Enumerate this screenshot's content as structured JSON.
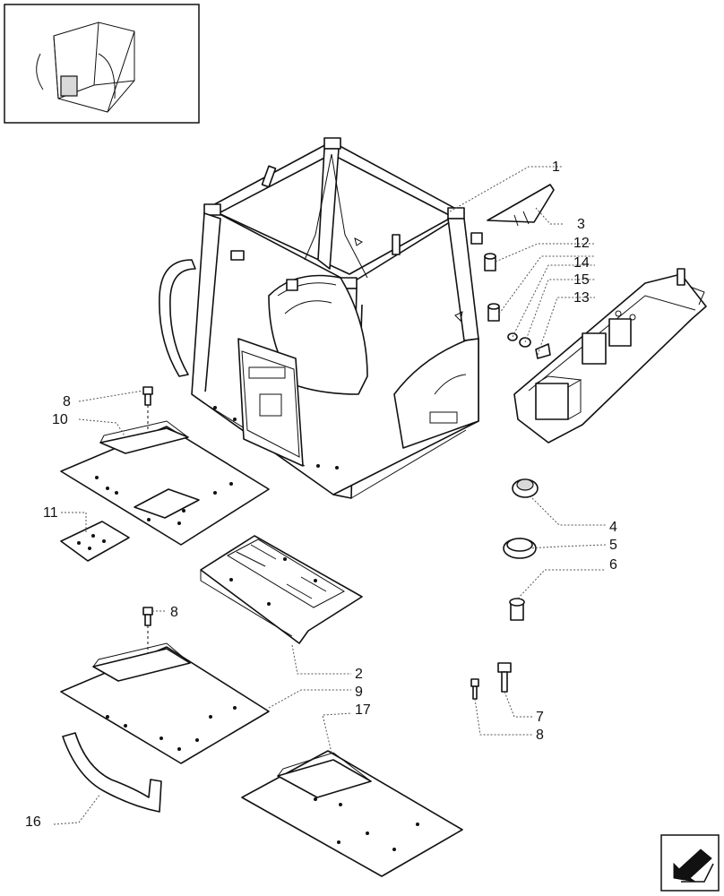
{
  "diagram": {
    "type": "exploded-parts-diagram",
    "callouts": [
      {
        "id": "c1",
        "label": "1"
      },
      {
        "id": "c3",
        "label": "3"
      },
      {
        "id": "c12",
        "label": "12"
      },
      {
        "id": "c14",
        "label": "14"
      },
      {
        "id": "c15",
        "label": "15"
      },
      {
        "id": "c13",
        "label": "13"
      },
      {
        "id": "c8a",
        "label": "8"
      },
      {
        "id": "c10",
        "label": "10"
      },
      {
        "id": "c11",
        "label": "11"
      },
      {
        "id": "c4",
        "label": "4"
      },
      {
        "id": "c5",
        "label": "5"
      },
      {
        "id": "c6",
        "label": "6"
      },
      {
        "id": "c8b",
        "label": "8"
      },
      {
        "id": "c2",
        "label": "2"
      },
      {
        "id": "c9",
        "label": "9"
      },
      {
        "id": "c17",
        "label": "17"
      },
      {
        "id": "c7",
        "label": "7"
      },
      {
        "id": "c8c",
        "label": "8"
      },
      {
        "id": "c16",
        "label": "16"
      }
    ]
  },
  "icons": {
    "thumbnail": "cab-thumbnail-icon",
    "nav": "next-page-arrow-icon"
  }
}
